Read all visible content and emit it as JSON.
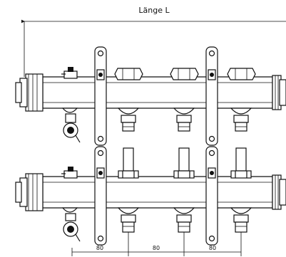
{
  "diagram": {
    "length_label": "Länge L",
    "spacing_labels": [
      "80",
      "80",
      "80"
    ]
  }
}
